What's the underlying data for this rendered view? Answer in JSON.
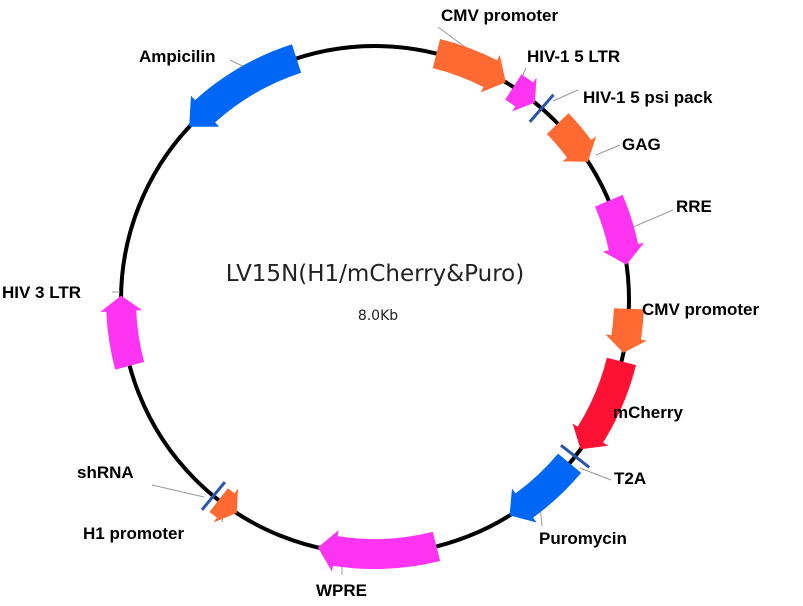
{
  "plasmid": {
    "name": "LV15N(H1/mCherry&Puro)",
    "size": "8.0Kb"
  },
  "colors": {
    "backbone": "#000000",
    "orange": "#FF6A33",
    "magenta": "#FF33F2",
    "blue": "#0066F5",
    "red": "#FF1133",
    "site": "#2A55AA"
  },
  "features": {
    "cmv1": "CMV promoter",
    "ltr5": "HIV-1 5 LTR",
    "psi": "HIV-1 5 psi pack",
    "gag": "GAG",
    "rre": "RRE",
    "cmv2": "CMV promoter",
    "mcherry": "mCherry",
    "t2a": "T2A",
    "puro": "Puromycin",
    "wpre": "WPRE",
    "h1": "H1 promoter",
    "shrna": "shRNA",
    "ltr3": "HIV 3 LTR",
    "amp": "Ampicilin"
  }
}
